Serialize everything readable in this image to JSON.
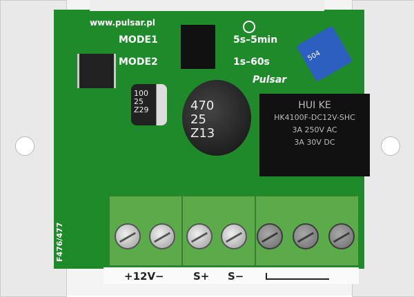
{
  "board": {
    "url": "www.pulsar.pl",
    "brand": "Pulsar",
    "mode1": "MODE1",
    "mode2": "MODE2",
    "range1": "5s–5min",
    "range2": "1s–60s",
    "model": "F476/477",
    "pot_label": "504"
  },
  "cap_small": {
    "line1": "100",
    "line2": "25",
    "line3": "Z29"
  },
  "cap_large": {
    "line1": "470",
    "line2": "25",
    "line3": "Z13"
  },
  "relay": {
    "brand": "HUI KE",
    "part": "HK4100F-DC12V-SHC",
    "rating_ac": "3A 250V AC",
    "rating_dc": "3A 30V DC"
  },
  "terminals": {
    "power": "+12V−",
    "s_plus": "S+",
    "s_minus": "S−"
  },
  "icons": [
    "clock-icon",
    "relay-contact-icon"
  ],
  "colors": {
    "pcb": "#1f8a2a",
    "terminal": "#5cab4a",
    "frame": "#e9e9ea"
  }
}
